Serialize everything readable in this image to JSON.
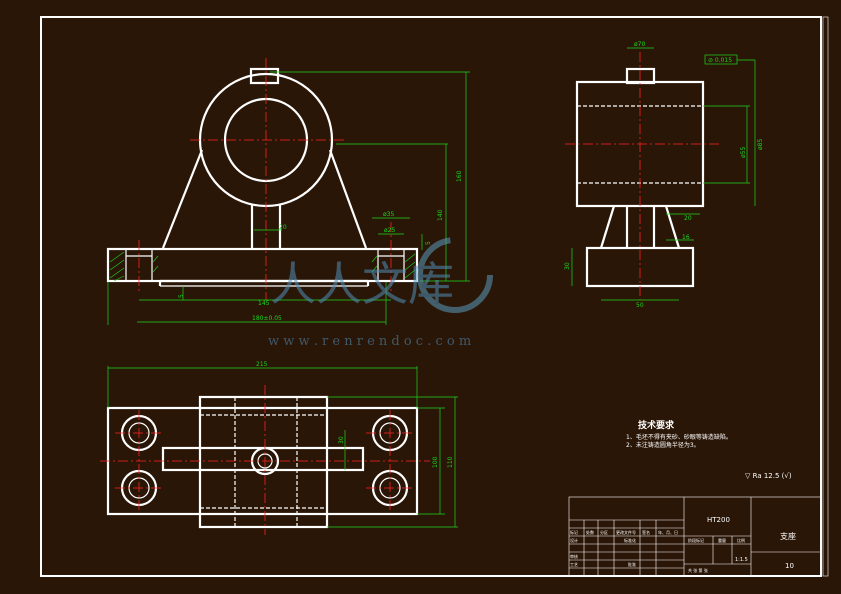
{
  "dimensions": {
    "front_height_160": "160",
    "front_height_140": "140",
    "front_width_145": "145",
    "front_total": "180±0.05",
    "front_boss": "ø35",
    "front_hole": "ø25",
    "front_web": "20",
    "front_small_5": "5",
    "front_right_5": "5",
    "side_top_dia": "ø70",
    "side_tol": "⊘ 0.015",
    "side_dia_55": "ø55",
    "side_dia_85": "ø85",
    "side_rib_20": "20",
    "side_rib_16": "16",
    "side_base_h": "30",
    "side_base_w": "50",
    "top_width_215": "215",
    "top_h_100": "100",
    "top_h_110": "110",
    "top_web_30": "30"
  },
  "watermark": {
    "logo_text": "人人文库",
    "url": "w w w . r e n r e n d o c . c o m"
  },
  "tech_requirements": {
    "title": "技术要求",
    "line1": "1、毛坯不得有夹砂、砂眼等铸造缺陷。",
    "line2": "2、未注铸造圆角半径为3。"
  },
  "roughness": "▽ Ra 12.5 (√)",
  "title_block": {
    "material": "HT200",
    "part_name": "支座",
    "scale": "1:1.5",
    "drawing_no": "10",
    "header_cells": [
      "标记",
      "处数",
      "分区",
      "更改文件号",
      "签名",
      "年、月、日"
    ],
    "design": "设计",
    "standardize": "标准化",
    "stage_mark": "阶段标记",
    "weight": "重量",
    "ratio": "比例",
    "check": "审核",
    "process": "工艺",
    "approve": "批准",
    "sheets": "共 张 第 张"
  }
}
